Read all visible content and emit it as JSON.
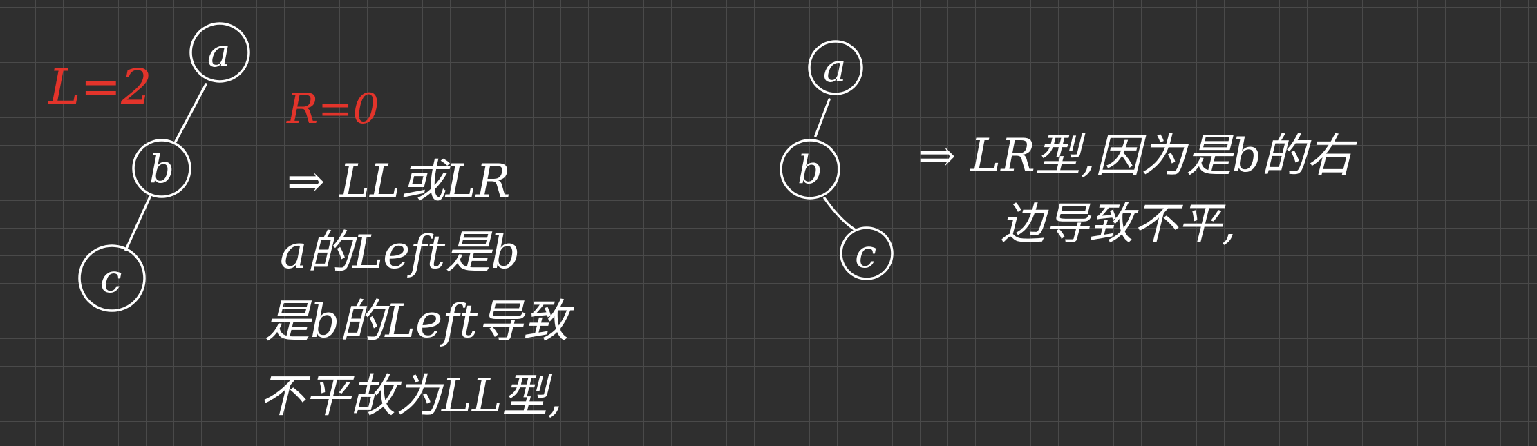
{
  "left_tree": {
    "nodes": [
      "a",
      "b",
      "c"
    ],
    "left_height_label": "L=2",
    "right_height_label": "R=0"
  },
  "left_note": {
    "line1": "⇒ LL或LR",
    "line2": "a的Left是b",
    "line3": "是b的Left导致",
    "line4": "不平故为LL型,"
  },
  "right_tree": {
    "nodes": [
      "a",
      "b",
      "c"
    ]
  },
  "right_note": {
    "line1": "⇒ LR型,因为是b的右",
    "line2": "边导致不平,"
  },
  "colors": {
    "background": "#2f2f2f",
    "grid": "#4a4a4a",
    "ink": "#ffffff",
    "annotation": "#e3342b"
  }
}
